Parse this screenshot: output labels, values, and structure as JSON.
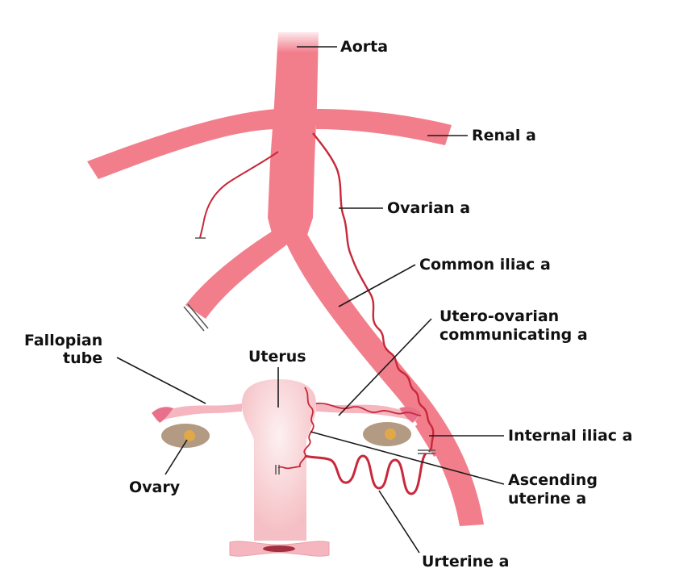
{
  "colors": {
    "artery": "#f27e8c",
    "artery_dark": "#c8283a",
    "uterus": "#f7c9cc",
    "uterus_light": "#fce8e9",
    "ovary": "#b39a82",
    "ovary_center": "#e0a848",
    "tube": "#f5b6bf",
    "leader": "#1a1a1a"
  },
  "labels": {
    "aorta": "Aorta",
    "renal": "Renal a",
    "ovarian": "Ovarian a",
    "common_iliac": "Common iliac a",
    "utero_ovarian_1": "Utero-ovarian",
    "utero_ovarian_2": "communicating a",
    "fallopian_1": "Fallopian",
    "fallopian_2": "tube",
    "uterus": "Uterus",
    "internal_iliac": "Internal iliac a",
    "ascending_1": "Ascending",
    "ascending_2": "uterine a",
    "ovary": "Ovary",
    "uterine": "Urterine a"
  }
}
